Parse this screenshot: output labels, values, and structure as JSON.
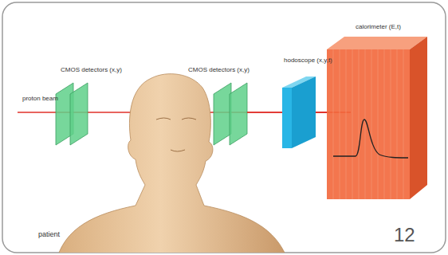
{
  "diagram": {
    "labels": [
      "proton beam",
      "CMOS detectors (x,y)",
      "CMOS detectors (x,y)",
      "hodoscope (x,y,t)",
      "calorimeter (E,t)",
      "patient",
      "12"
    ]
  }
}
